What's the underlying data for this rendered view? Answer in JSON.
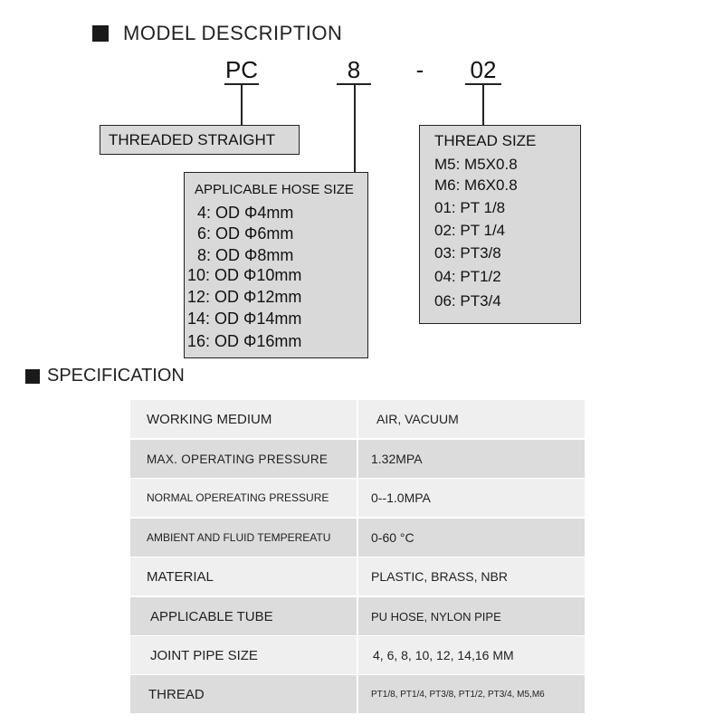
{
  "model": {
    "heading": "MODEL DESCRIPTION",
    "code": {
      "part1": "PC",
      "part2": "8",
      "separator": "-",
      "part3": "02"
    },
    "threaded_straight_box": {
      "label": "THREADED STRAIGHT"
    },
    "hose_size_box": {
      "title": "APPLICABLE HOSE SIZE",
      "items": [
        "4: OD Φ4mm",
        "6: OD Φ6mm",
        "8: OD Φ8mm",
        "10: OD Φ10mm",
        "12: OD Φ12mm",
        "14: OD Φ14mm",
        "16: OD Φ16mm"
      ]
    },
    "thread_size_box": {
      "title": "THREAD SIZE",
      "items": [
        "M5: M5X0.8",
        "M6: M6X0.8",
        "01: PT 1/8",
        "02: PT 1/4",
        "03: PT3/8",
        "04: PT1/2",
        "06: PT3/4"
      ]
    }
  },
  "specification": {
    "heading": "SPECIFICATION",
    "rows": [
      {
        "label": "WORKING MEDIUM",
        "value": "AIR, VACUUM"
      },
      {
        "label": "MAX. OPERATING PRESSURE",
        "value": "1.32MPA"
      },
      {
        "label": "NORMAL OPEREATING PRESSURE",
        "value": "0--1.0MPA"
      },
      {
        "label": "AMBIENT AND FLUID TEMPEREATU",
        "value": "0-60 °C"
      },
      {
        "label": "MATERIAL",
        "value": "PLASTIC, BRASS, NBR"
      },
      {
        "label": "APPLICABLE TUBE",
        "value": "PU HOSE, NYLON PIPE"
      },
      {
        "label": "JOINT PIPE SIZE",
        "value": "4, 6, 8, 10, 12, 14,16  MM"
      },
      {
        "label": "THREAD",
        "value": "PT1/8, PT1/4, PT3/8, PT1/2, PT3/4, M5,M6"
      }
    ]
  },
  "colors": {
    "box_fill": "#d9d9d9",
    "row_light": "#efefef",
    "row_dark": "#dcdcdc",
    "ink": "#222222"
  }
}
